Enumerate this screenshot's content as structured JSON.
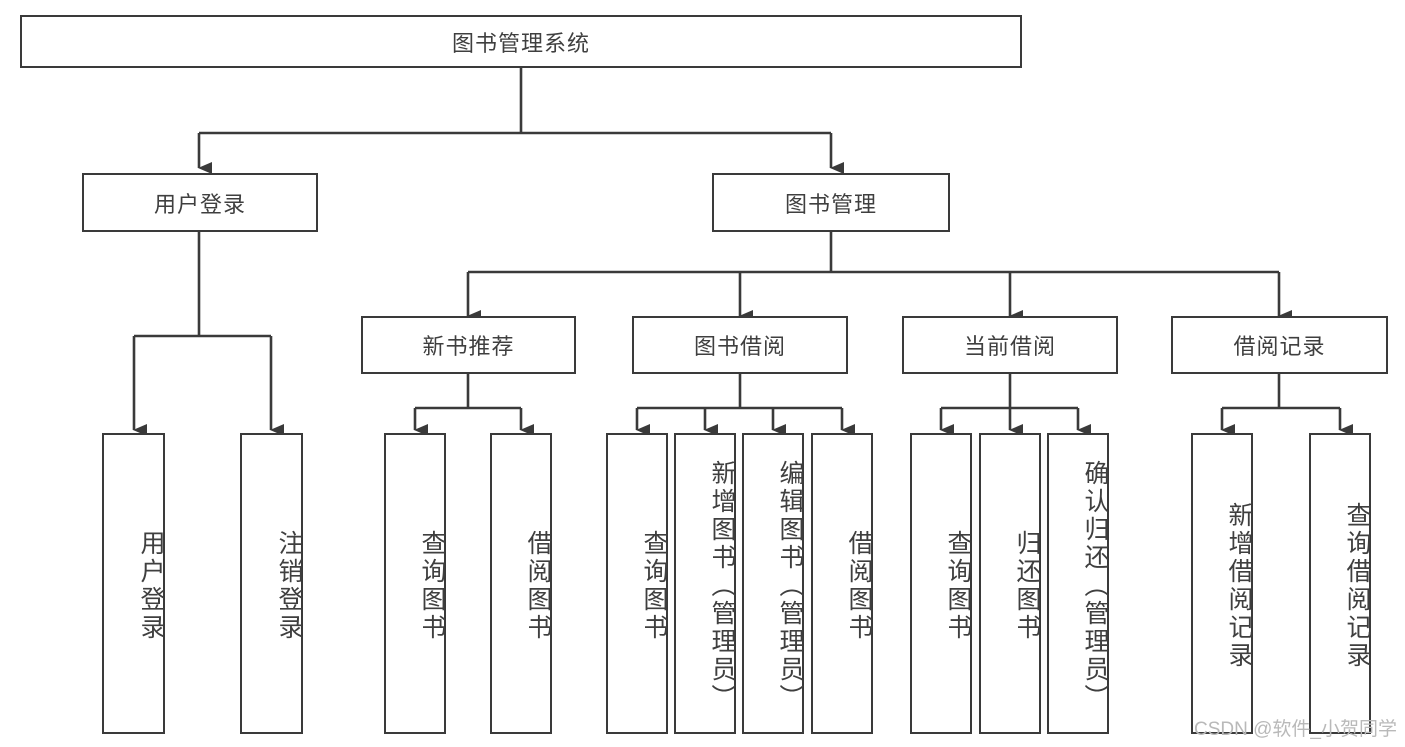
{
  "diagram": {
    "title_node": {
      "label": "图书管理系统"
    },
    "level2": [
      {
        "id": "user-login",
        "label": "用户登录"
      },
      {
        "id": "book-management",
        "label": "图书管理"
      }
    ],
    "level3": [
      {
        "id": "new-book-recommend",
        "label": "新书推荐"
      },
      {
        "id": "book-borrow",
        "label": "图书借阅"
      },
      {
        "id": "current-borrow",
        "label": "当前借阅"
      },
      {
        "id": "borrow-record",
        "label": "借阅记录"
      }
    ],
    "leaves": {
      "user_login": [
        {
          "id": "leaf-user-login",
          "label": "用户登录"
        },
        {
          "id": "leaf-logout-login",
          "label": "注销登录"
        }
      ],
      "new_book_recommend": [
        {
          "id": "leaf-query-book-1",
          "label": "查询图书"
        },
        {
          "id": "leaf-borrow-book-1",
          "label": "借阅图书"
        }
      ],
      "book_borrow": [
        {
          "id": "leaf-query-book-2",
          "label": "查询图书"
        },
        {
          "id": "leaf-add-book",
          "label": "新增图书（管理员）"
        },
        {
          "id": "leaf-edit-book",
          "label": "编辑图书（管理员）"
        },
        {
          "id": "leaf-borrow-book-2",
          "label": "借阅图书"
        }
      ],
      "current_borrow": [
        {
          "id": "leaf-query-book-3",
          "label": "查询图书"
        },
        {
          "id": "leaf-return-book",
          "label": "归还图书"
        },
        {
          "id": "leaf-confirm-return",
          "label": "确认归还（管理员）"
        }
      ],
      "borrow_record": [
        {
          "id": "leaf-add-borrow-record",
          "label": "新增借阅记录"
        },
        {
          "id": "leaf-query-borrow-record",
          "label": "查询借阅记录"
        }
      ]
    }
  },
  "watermark": {
    "text": "CSDN @软件_小贺同学"
  },
  "colors": {
    "stroke": "#3a3a3a",
    "text": "#3f3f3f",
    "background": "#ffffff",
    "watermark": "#b9b9b9"
  }
}
